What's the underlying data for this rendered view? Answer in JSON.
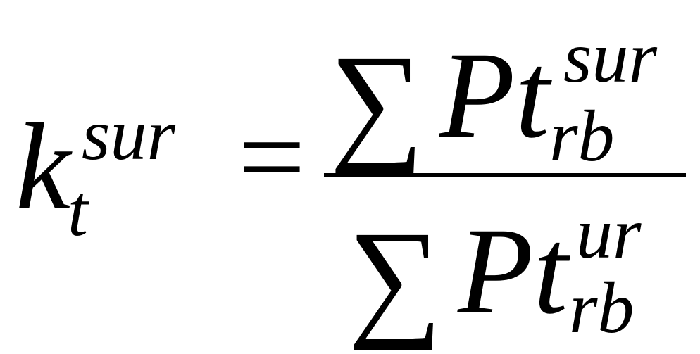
{
  "formula": {
    "lhs": {
      "base": "k",
      "superscript": "sur",
      "subscript": "t"
    },
    "equals": "=",
    "numerator": {
      "sum": "∑",
      "base": "Pt",
      "superscript": "sur",
      "subscript": "rb"
    },
    "denominator": {
      "sum": "∑",
      "base": "Pt",
      "superscript": "ur",
      "subscript": "rb"
    }
  }
}
